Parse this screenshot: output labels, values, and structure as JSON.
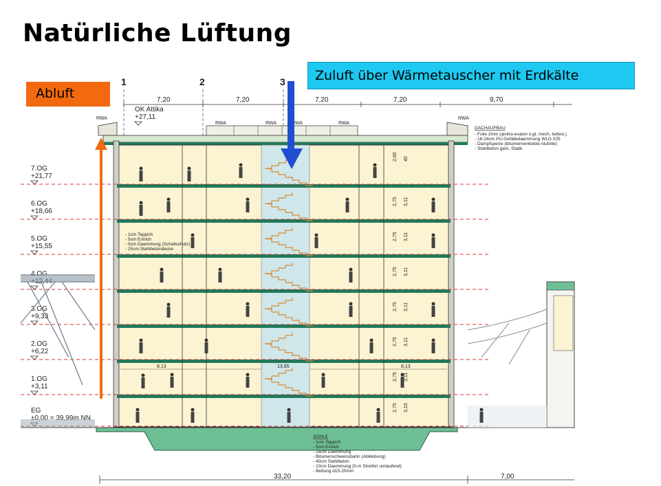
{
  "title": "Natürliche Lüftung",
  "callouts": {
    "abluft": "Abluft",
    "zuluft": "Zuluft über Wärmetauscher mit Erdkälte"
  },
  "axes": [
    {
      "label": "1"
    },
    {
      "label": "2"
    },
    {
      "label": "3"
    }
  ],
  "spans": [
    "7,20",
    "7,20",
    "7,20",
    "7,20",
    "9,70"
  ],
  "attika": {
    "name": "OK Attika",
    "level": "+27,11"
  },
  "rwa": [
    "RWA",
    "RWA",
    "RWA",
    "RWA",
    "RWA",
    "RWA"
  ],
  "levels": [
    {
      "name": "7.OG",
      "value": "+21,77"
    },
    {
      "name": "6.OG",
      "value": "+18,66"
    },
    {
      "name": "5.OG",
      "value": "+15,55"
    },
    {
      "name": "4.OG",
      "value": "+12,44"
    },
    {
      "name": "3.OG",
      "value": "+9,33"
    },
    {
      "name": "2.OG",
      "value": "+6,22"
    },
    {
      "name": "1.OG",
      "value": "+3,11"
    },
    {
      "name": "EG",
      "value": "±0,00 = 39,99m NN"
    }
  ],
  "floor_notes": [
    "- 1cm Teppich",
    "- 5cm Estrich",
    "- 5cm Daemmung (Schallschutz)",
    "- 25cm Stahlbetondecke"
  ],
  "roof_notes": {
    "heading": "DACHAUFBAU",
    "lines": [
      "- Folie 2mm (alvitra-evalon o.gl. mech. befest.)",
      "- 16-24cm PU-Gefälledaemmung WLG 025",
      "- Dampfsperre (bitumenverklebte Alufolie)",
      "- Stahlbeton gem. Statik"
    ]
  },
  "slab_notes": {
    "heading": "SOHLE",
    "lines": [
      "- 1cm Teppich",
      "- 5cm Estrich",
      "- 16cm Daemmung",
      "- Bitumenschweissbahn (Abklebung)",
      "- 40cm Stahlbeton",
      "- 10cm Daemmung (5-m Streifen umlaufend)",
      "- Bettung d15-20mm"
    ]
  },
  "dims": {
    "left_room": "8,13",
    "atrium": "13,65",
    "right_room": "8,13",
    "total": "33,20",
    "right_total": "7,00",
    "storey_heights": [
      "2,60",
      "2,75",
      "2,75",
      "2,75",
      "2,75",
      "2,75",
      "2,75",
      "2,75"
    ],
    "storey_totals": [
      "40",
      "3,11",
      "3,11",
      "3,11",
      "3,11",
      "3,11",
      "3,11",
      "3,15"
    ]
  },
  "colors": {
    "abluft": "#f26a10",
    "zuluft_box": "#1ec8f0",
    "zuluft_arrow": "#1f4fd0",
    "slab": "#1f7a5a",
    "wall_fill": "#fbf3d2",
    "stair": "#d88a3a",
    "glass": "#cfe7ea",
    "ground": "#6fbf94"
  }
}
